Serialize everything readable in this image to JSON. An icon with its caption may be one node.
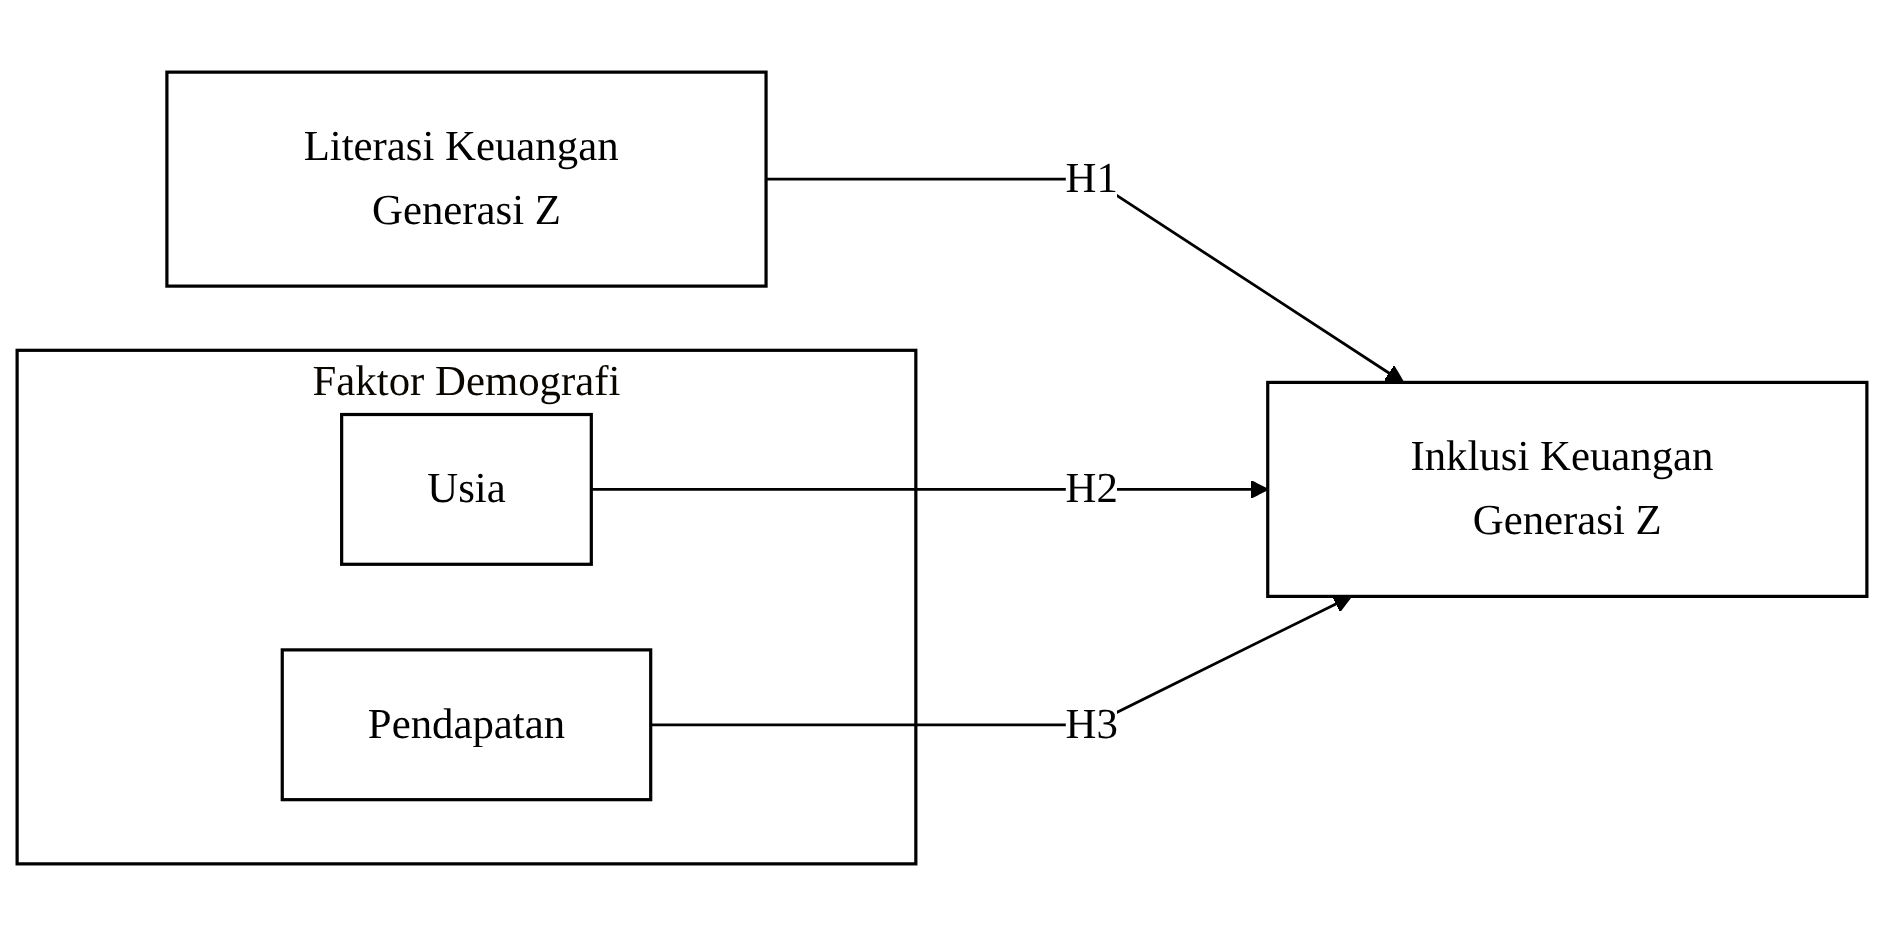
{
  "diagram": {
    "nodes": [
      {
        "text": [
          "Literasi Keuangan Generasi Z"
        ]
      },
      {
        "text": [
          "Inklusi Keuangan Generasi Z"
        ]
      },
      {
        "text": [
          "Faktor Demografi"
        ]
      },
      {
        "text": [
          "Usia"
        ],
        "in": 2
      },
      {
        "text": [
          "Pendapatan"
        ],
        "in": 2
      }
    ],
    "edges": [
      {
        "from": 0,
        "to": 1,
        "arrow": "to",
        "label": "H1"
      },
      {
        "from": 3,
        "to": 1,
        "arrow": "to",
        "label": "H2"
      },
      {
        "from": 4,
        "to": 1,
        "arrow": "to",
        "label": "H3"
      }
    ]
  }
}
